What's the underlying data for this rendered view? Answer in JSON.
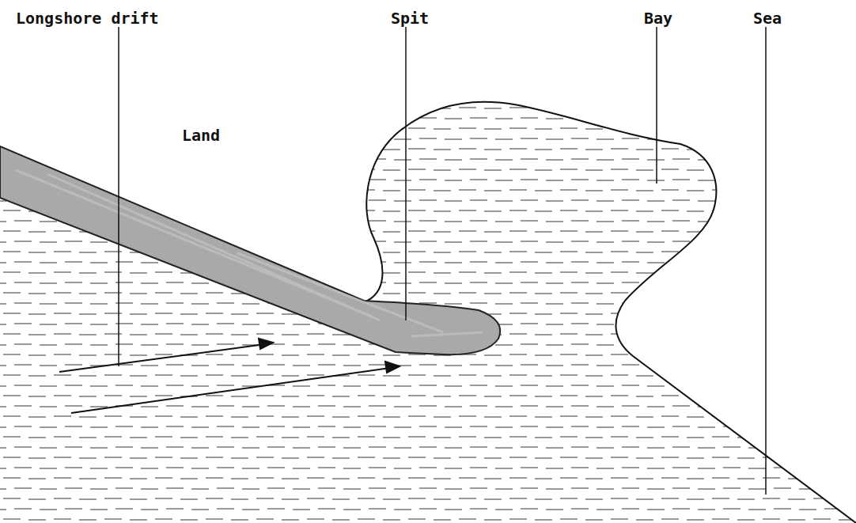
{
  "diagram": {
    "labels": [
      "Longshore drift",
      "Spit",
      "Bay",
      "Sea",
      "Land"
    ]
  }
}
